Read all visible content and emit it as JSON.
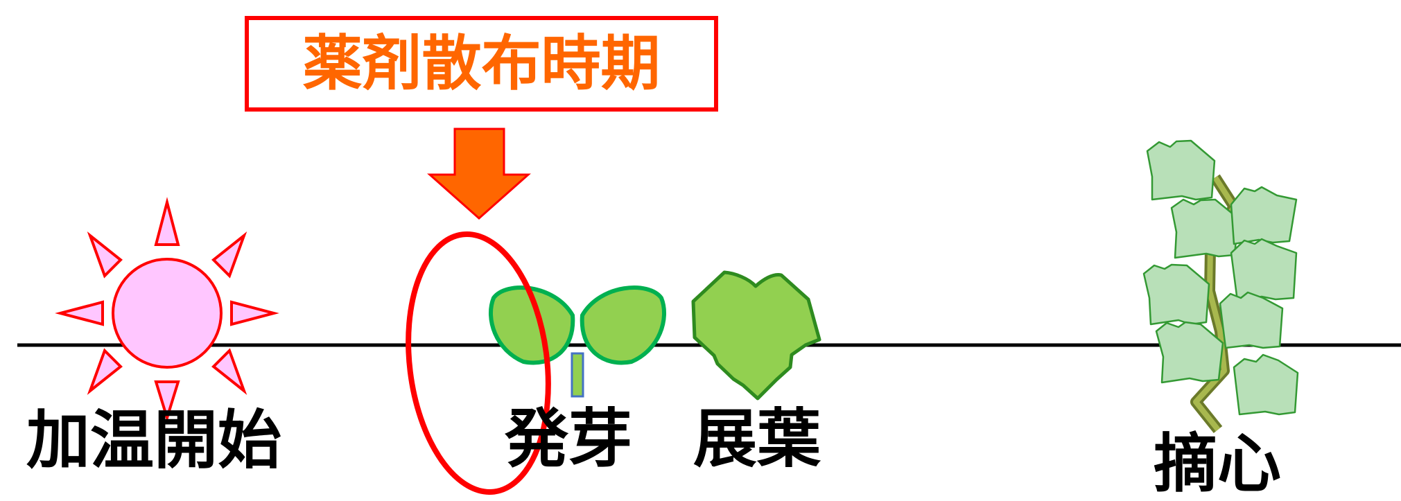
{
  "callout": {
    "text": "薬剤散布時期"
  },
  "stages": {
    "heating_start": "加温開始",
    "budding": "発芽",
    "leaf_unfolding": "展葉",
    "pinching": "摘心"
  },
  "icons": {
    "sun": "sun-icon",
    "arrow": "arrow-down-icon",
    "ellipse": "highlight-ellipse-icon",
    "sprout": "sprout-icon",
    "leaf": "leaf-icon",
    "vine": "vine-icon"
  },
  "colors": {
    "timeline": "#000000",
    "callout_border": "#ff0000",
    "callout_text": "#ff6600",
    "arrow": "#ff6600",
    "highlight": "#ff0000",
    "sun_fill": "#ffc6ff",
    "sun_stroke": "#ff0000",
    "sprout_fill": "#92d050",
    "sprout_stroke": "#00b050",
    "leaf_fill": "#92d050",
    "leaf_stroke": "#2e8b1f",
    "vine_leaf_fill": "#b8e0b8",
    "vine_leaf_stroke": "#339933",
    "vine_stem": "#8a9a3a"
  }
}
